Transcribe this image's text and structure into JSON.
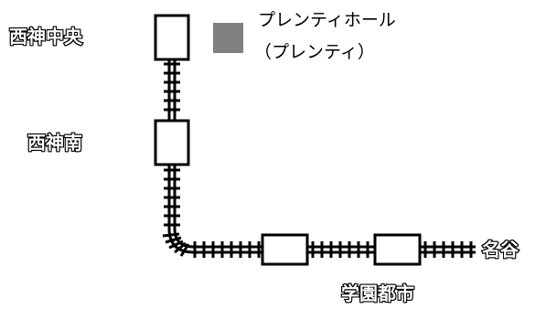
{
  "stations": [
    {
      "id": "nishishin-chuo",
      "name": "西神中央"
    },
    {
      "id": "nishishin-minami",
      "name": "西神南"
    },
    {
      "id": "gakuen-toshi",
      "name": "学園都市"
    },
    {
      "id": "myodani",
      "name": "名谷"
    }
  ],
  "landmark": {
    "name": "プレンティホール",
    "subname": "（プレンティ）",
    "color": "#7f7f7f"
  },
  "colors": {
    "track": "#000000",
    "station_fill": "#ffffff",
    "station_stroke": "#000000"
  }
}
